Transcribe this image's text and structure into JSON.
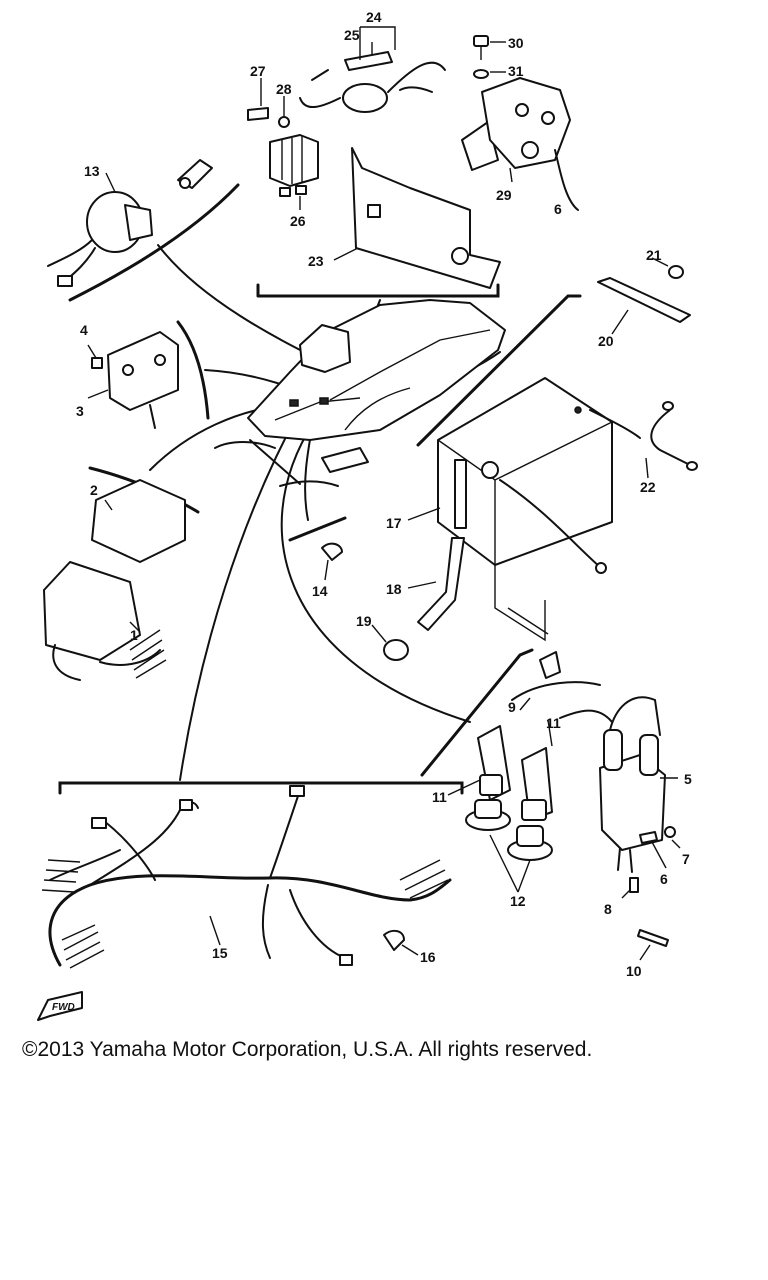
{
  "diagram": {
    "callouts": [
      {
        "id": "1",
        "label": "1"
      },
      {
        "id": "2",
        "label": "2"
      },
      {
        "id": "3",
        "label": "3"
      },
      {
        "id": "4",
        "label": "4"
      },
      {
        "id": "5",
        "label": "5"
      },
      {
        "id": "6",
        "label": "6"
      },
      {
        "id": "6b",
        "label": "6"
      },
      {
        "id": "7",
        "label": "7"
      },
      {
        "id": "8",
        "label": "8"
      },
      {
        "id": "9",
        "label": "9"
      },
      {
        "id": "10",
        "label": "10"
      },
      {
        "id": "11a",
        "label": "11"
      },
      {
        "id": "11b",
        "label": "11"
      },
      {
        "id": "12",
        "label": "12"
      },
      {
        "id": "13",
        "label": "13"
      },
      {
        "id": "14",
        "label": "14"
      },
      {
        "id": "15",
        "label": "15"
      },
      {
        "id": "16",
        "label": "16"
      },
      {
        "id": "17",
        "label": "17"
      },
      {
        "id": "18",
        "label": "18"
      },
      {
        "id": "19",
        "label": "19"
      },
      {
        "id": "20",
        "label": "20"
      },
      {
        "id": "21",
        "label": "21"
      },
      {
        "id": "22",
        "label": "22"
      },
      {
        "id": "23",
        "label": "23"
      },
      {
        "id": "24",
        "label": "24"
      },
      {
        "id": "25",
        "label": "25"
      },
      {
        "id": "26",
        "label": "26"
      },
      {
        "id": "27",
        "label": "27"
      },
      {
        "id": "28",
        "label": "28"
      },
      {
        "id": "29",
        "label": "29"
      },
      {
        "id": "30",
        "label": "30"
      },
      {
        "id": "31",
        "label": "31"
      }
    ],
    "fwd_label": "FWD"
  },
  "footer": {
    "copyright": "©2013 Yamaha Motor Corporation, U.S.A. All rights reserved."
  }
}
